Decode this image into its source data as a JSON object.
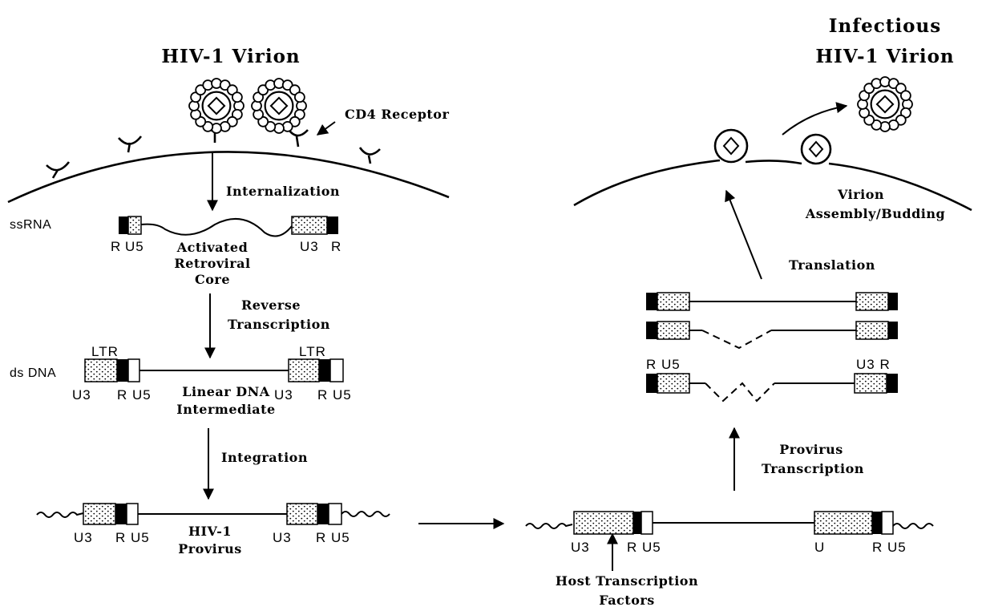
{
  "titles": {
    "virion": "HIV-1 Virion",
    "infectious_line1": "Infectious",
    "infectious_line2": "HIV-1 Virion"
  },
  "labels": {
    "cd4_receptor": "CD4 Receptor",
    "internalization": "Internalization",
    "ssrna": "ssRNA",
    "dsdna": "ds DNA",
    "activated_l1": "Activated",
    "activated_l2": "Retroviral",
    "activated_l3": "Core",
    "reverse_l1": "Reverse",
    "reverse_l2": "Transcription",
    "linear_l1": "Linear DNA",
    "linear_l2": "Intermediate",
    "integration": "Integration",
    "provirus_l1": "HIV-1",
    "provirus_l2": "Provirus",
    "host_l1": "Host Transcription",
    "host_l2": "Factors",
    "provirus_tx_l1": "Provirus",
    "provirus_tx_l2": "Transcription",
    "translation": "Translation",
    "assembly_l1": "Virion",
    "assembly_l2": "Assembly/Budding"
  },
  "segments": {
    "R": "R",
    "U5": "U5",
    "U3": "U3",
    "U": "U",
    "LTR": "LTR",
    "R_U5": "R U5",
    "U3_R": "U3  R"
  },
  "colors": {
    "ink": "#000000",
    "paper": "#ffffff"
  }
}
